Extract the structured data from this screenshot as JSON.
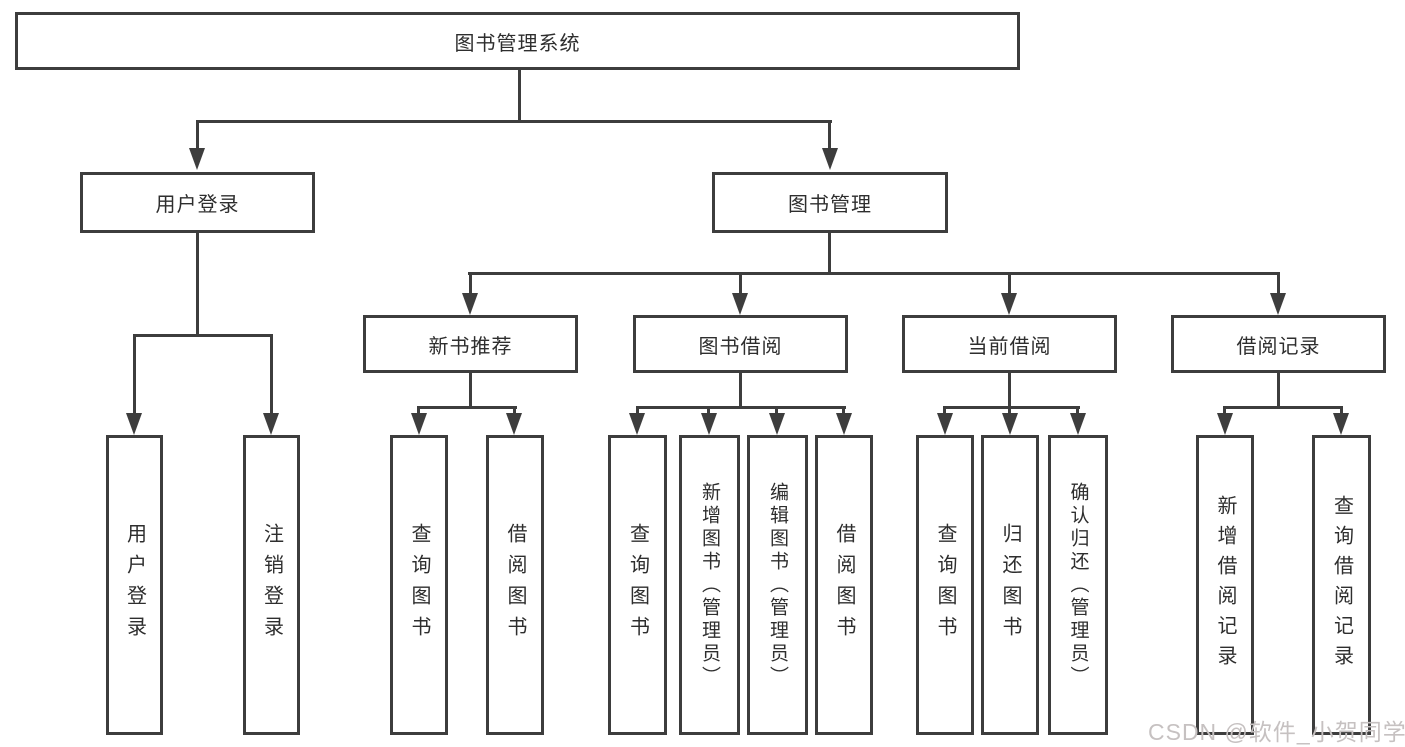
{
  "colors": {
    "line": "#3d3d3d",
    "box_border": "#3d3d3d",
    "text": "#2e2e2e",
    "watermark_text": "#c6c1c1",
    "background": "#ffffff"
  },
  "tree": {
    "root": {
      "label": "图书管理系统"
    },
    "branches": [
      {
        "label": "用户登录",
        "children": [
          {
            "label": "用户登录"
          },
          {
            "label": "注销登录"
          }
        ]
      },
      {
        "label": "图书管理",
        "groups": [
          {
            "label": "新书推荐",
            "children": [
              {
                "label": "查询图书"
              },
              {
                "label": "借阅图书"
              }
            ]
          },
          {
            "label": "图书借阅",
            "children": [
              {
                "label": "查询图书"
              },
              {
                "label": "新增图书（管理员）"
              },
              {
                "label": "编辑图书（管理员）"
              },
              {
                "label": "借阅图书"
              }
            ]
          },
          {
            "label": "当前借阅",
            "children": [
              {
                "label": "查询图书"
              },
              {
                "label": "归还图书"
              },
              {
                "label": "确认归还（管理员）"
              }
            ]
          },
          {
            "label": "借阅记录",
            "children": [
              {
                "label": "新增借阅记录"
              },
              {
                "label": "查询借阅记录"
              }
            ]
          }
        ]
      }
    ]
  },
  "watermark": {
    "label": "CSDN @软件_小贺同学"
  }
}
